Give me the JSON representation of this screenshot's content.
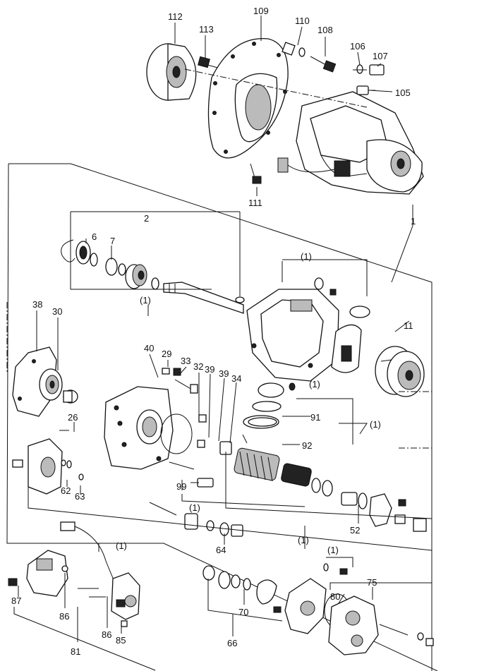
{
  "labels": {
    "l112": "112",
    "l113": "113",
    "l109": "109",
    "l110": "110",
    "l108": "108",
    "l106": "106",
    "l107": "107",
    "l105": "105",
    "l111": "111",
    "l1": "1",
    "l2": "2",
    "l6": "6",
    "l7": "7",
    "l11": "11",
    "l1a": "(1)",
    "l1b": "(1)",
    "l1c": "(1)",
    "l1d": "(1)",
    "l1e": "(1)",
    "l1f": "(1)",
    "l1g": "(1)",
    "l1h": "(1)",
    "l38": "38",
    "l30": "30",
    "l40": "40",
    "l29": "29",
    "l33": "33",
    "l32": "32",
    "l39a": "39",
    "l39b": "39",
    "l34": "34",
    "l26": "26",
    "l91": "91",
    "l92": "92",
    "l62": "62",
    "l63": "63",
    "l99": "99",
    "l64": "64",
    "l52": "52",
    "l75": "75",
    "l80": "80",
    "l87": "87",
    "l86a": "86",
    "l86b": "86",
    "l81": "81",
    "l85": "85",
    "l70": "70",
    "l66": "66"
  }
}
